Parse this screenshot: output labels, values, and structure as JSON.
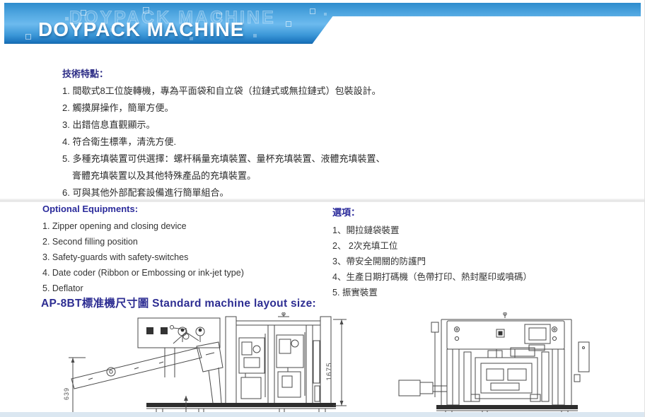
{
  "banner": {
    "title": "DOYPACK MACHINE",
    "watermark": "DOYPACK MACHINE",
    "blue_top": "#2e8ccd",
    "blue_mid": "#6cbaee",
    "blue_bottom": "#1668aa"
  },
  "features": {
    "heading": "技術特點：",
    "items": [
      "1. 間歇式8工位旋轉機，專為平面袋和自立袋（拉鏈式或無拉鏈式）包裝設計。",
      "2. 觸摸屏操作，簡單方便。",
      "3. 出錯信息直觀顯示。",
      "4. 符合衛生標準，清洗方便.",
      "5. 多種充填裝置可供選擇：螺杆稱量充填裝置、量杯充填裝置、液體充填裝置、",
      "膏體充填裝置以及其他特殊產品的充填裝置。",
      "6. 可與其他外部配套設備進行簡單組合。"
    ]
  },
  "optional_en": {
    "heading": "Optional Equipments:",
    "items": [
      "1. Zipper opening and closing device",
      "2. Second filling position",
      "3. Safety-guards with safety-switches",
      "4. Date coder   (Ribbon or Embossing or ink-jet type)",
      "5. Deflator"
    ]
  },
  "optional_zh": {
    "heading": "選項：",
    "items": [
      "1、開拉鏈袋裝置",
      "2、 2次充填工位",
      "3、帶安全開關的防護門",
      "4、生產日期打碼機（色帶打印、熱封壓印或噴碼）",
      "5. 振實裝置"
    ]
  },
  "layout_title": "AP-8BT標准機尺寸圖 Standard machine layout size:",
  "drawings": {
    "dim_height": "1675",
    "dim_left": "639"
  }
}
